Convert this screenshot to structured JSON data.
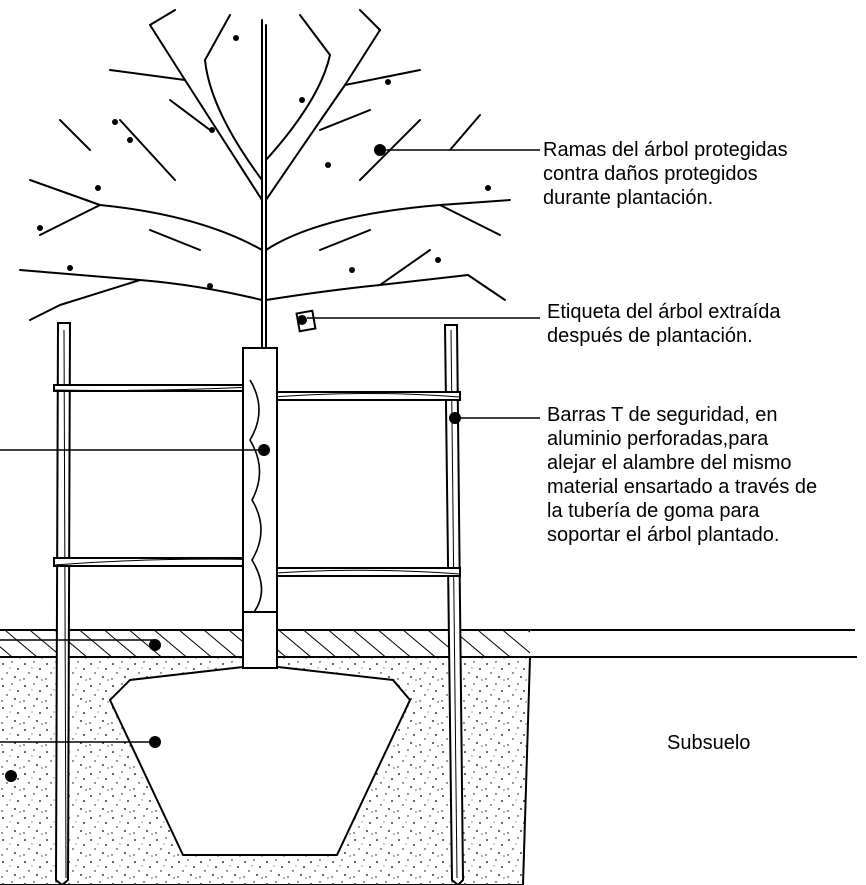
{
  "colors": {
    "line": "#000000",
    "background": "#ffffff"
  },
  "labels": {
    "branches": [
      "Ramas del árbol protegidas",
      "contra daños protegidos",
      "durante plantación."
    ],
    "tag": [
      "Etiqueta del árbol extraída",
      "después de plantación."
    ],
    "stakes": [
      "Barras T de seguridad, en",
      "aluminio perforadas,para",
      "alejar el alambre del mismo",
      "material ensartado a través de",
      "la tubería de goma para",
      "soportar el árbol plantado."
    ],
    "subsoil": "Subsuelo"
  }
}
